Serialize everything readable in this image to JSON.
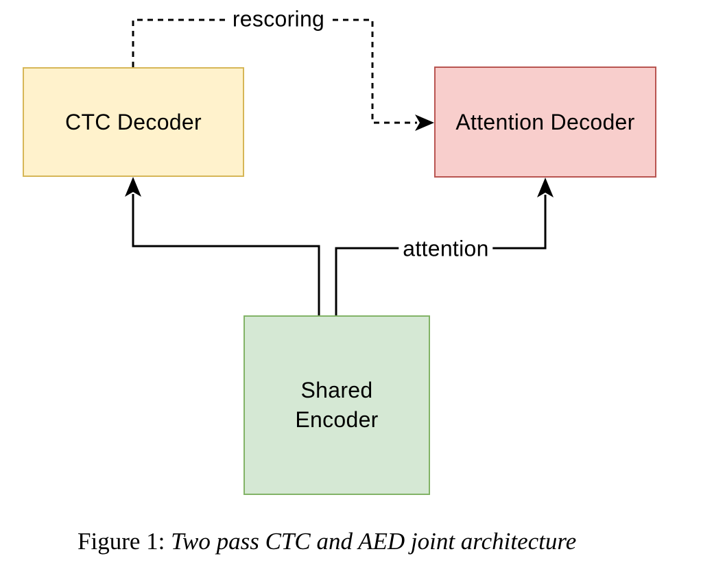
{
  "diagram": {
    "background": "#ffffff",
    "line_color": "#000000",
    "nodes": {
      "ctc_decoder": {
        "label": "CTC Decoder",
        "fill": "#fff2cc",
        "border": "#d6b656"
      },
      "attention_decoder": {
        "label": "Attention Decoder",
        "fill": "#f8cecc",
        "border": "#b85450"
      },
      "shared_encoder": {
        "label": "Shared Encoder",
        "fill": "#d5e8d4",
        "border": "#82b366"
      }
    },
    "edges": {
      "rescoring": {
        "label": "rescoring",
        "style": "dashed",
        "from": "ctc_decoder",
        "to": "attention_decoder"
      },
      "attention": {
        "label": "attention",
        "style": "solid",
        "from": "shared_encoder",
        "to": "attention_decoder"
      },
      "encoder_to_ctc": {
        "label": "",
        "style": "solid",
        "from": "shared_encoder",
        "to": "ctc_decoder"
      }
    }
  },
  "caption": {
    "prefix": "Figure 1: ",
    "title": "Two pass CTC and AED joint architecture"
  }
}
